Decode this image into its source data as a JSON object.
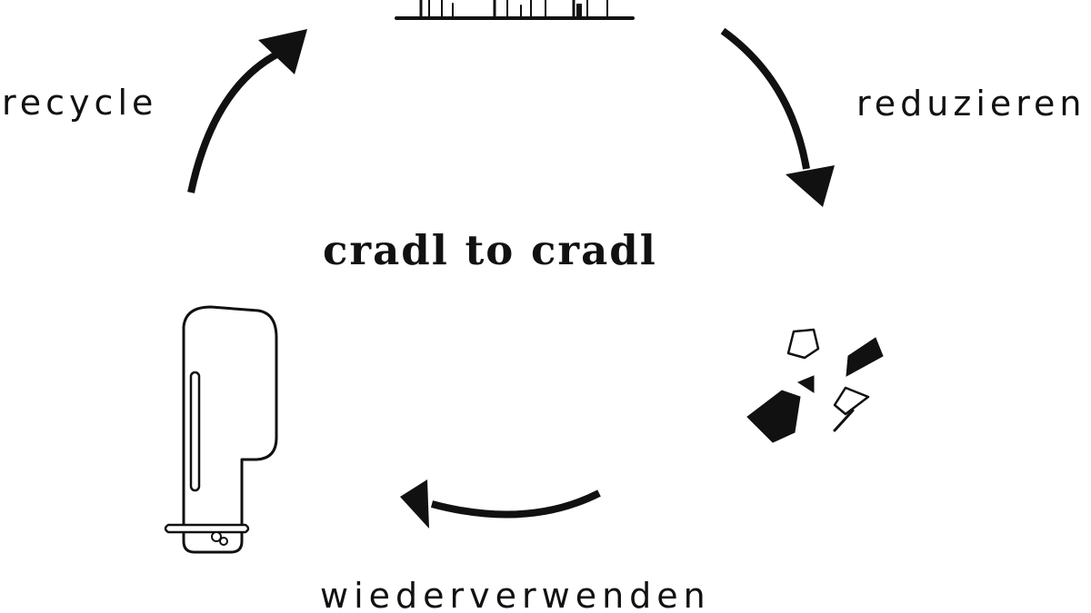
{
  "diagram": {
    "title": "cradl to cradl",
    "stages": {
      "recycle": "recycle",
      "reduce": "reduzieren",
      "reuse": "wiederverwenden"
    }
  },
  "icons": {
    "top": "pegboard-icon",
    "right": "fragments-icon",
    "left": "wall-holder-icon"
  },
  "colors": {
    "ink": "#111111",
    "background": "#ffffff"
  }
}
